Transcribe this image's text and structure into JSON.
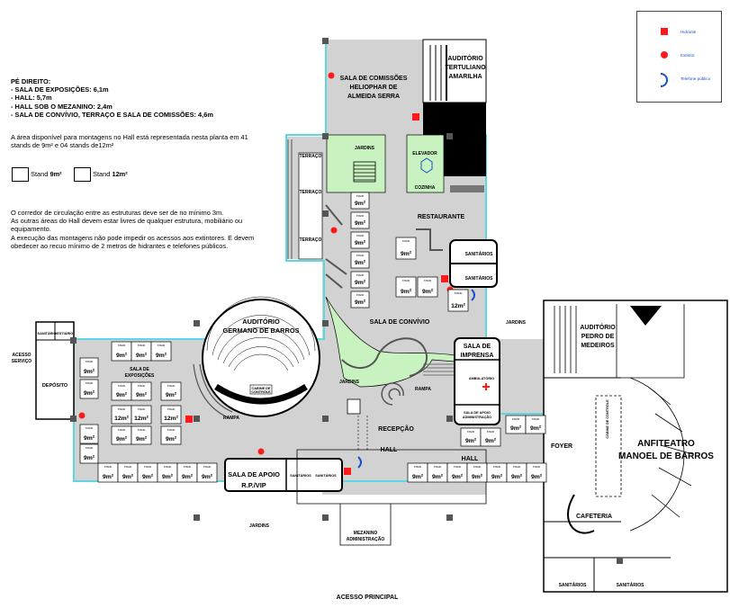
{
  "notes": {
    "heading": "PÉ DIREITO:",
    "heights": [
      "- SALA DE EXPOSIÇÕES: 6,1m",
      "- HALL: 5,7m",
      "- HALL SOB O MEZANINO: 2,4m",
      "- SALA DE CONVÍVIO, TERRAÇO E SALA DE COMISSÕES: 4,6m"
    ],
    "stands_line1": "A área disponível para montagens no Hall está representada nesta planta em 41",
    "stands_line2": "stands de 9m² e 04 stands de12m²",
    "stand_label": "Stand",
    "stand_9": "9m²",
    "stand_12": "12m²",
    "rules": [
      "O corredor de circulação entre as estruturas deve ser de no mínimo 3m.",
      "As outras áreas do Hall devem estar livres de qualquer estrutura, mobiliário ou",
      "equipamento.",
      "A execução das montagens não pode impedir os acessos aos extintores. E devem",
      "obedecer ao recuo mínimo de 2 metros de hidrantes e telefones públicos."
    ]
  },
  "legend": {
    "items": [
      "Hidrante",
      "Extintor",
      "Telefone público"
    ]
  },
  "rooms": {
    "sala_comissoes": [
      "SALA DE COMISSÕES",
      "HELIOPHAR DE",
      "ALMEIDA SERRA"
    ],
    "auditorio_tertuliano": [
      "AUDITÓRIO",
      "TERTULIANO",
      "AMARILHA"
    ],
    "jardins_top": "JARDINS",
    "elevador": "ELEVADOR",
    "cozinha": "COZINHA",
    "terraco": "TERRAÇO",
    "restaurante": "RESTAURANTE",
    "sanitarios": "SANITÁRIOS",
    "sala_convivio": "SALA DE CONVÍVIO",
    "jardins_right": "JARDINS",
    "auditorio_germano": [
      "AUDITÓRIO",
      "GERMANO DE BARROS"
    ],
    "cabine_controle": [
      "CABINE DE",
      "CONTROLE"
    ],
    "sala_exposicoes": [
      "SALA DE",
      "EXPOSIÇÕES"
    ],
    "acesso_servico": [
      "ACESSO",
      "SERVIÇO"
    ],
    "deposito": "DEPÓSITO",
    "sanitario_small": "SANITÁRIO",
    "vestiario": "VESTIÁRIO",
    "jardins_mid": "JARDINS",
    "rampa": "RAMPA",
    "recepcao": "RECEPÇÃO",
    "sala_imprensa": [
      "SALA DE",
      "IMPRENSA"
    ],
    "ambulatorio": "AMBULATÓRIO",
    "sala_apoio_adm": [
      "SALA DE APOIO",
      "ADMINISTRAÇÃO"
    ],
    "hall": "HALL",
    "sala_apoio_rp": [
      "SALA DE APOIO",
      "R.P./VIP"
    ],
    "jardins_bottom": "JARDINS",
    "mezanino": [
      "MEZANINO",
      "ADMINISTRAÇÃO"
    ],
    "acesso_principal": "ACESSO PRINCIPAL",
    "auditorio_pedro": [
      "AUDITÓRIO",
      "PEDRO DE",
      "MEDEIROS"
    ],
    "anfiteatro": [
      "ANFITEATRO",
      "MANOEL DE BARROS"
    ],
    "cabine_controle_v": "CABINE DE CONTROLE",
    "foyer": "FOYER",
    "cafeteria": "CAFETERIA"
  },
  "stand_tag": "STAND",
  "area_9": "9m²",
  "area_12": "12m²",
  "colors": {
    "floor": "#d2d2d2",
    "garden": "#c9f2c1",
    "outline": "#5fd6e0",
    "hydrant": "#ff1a1a",
    "dark": "#000000"
  }
}
